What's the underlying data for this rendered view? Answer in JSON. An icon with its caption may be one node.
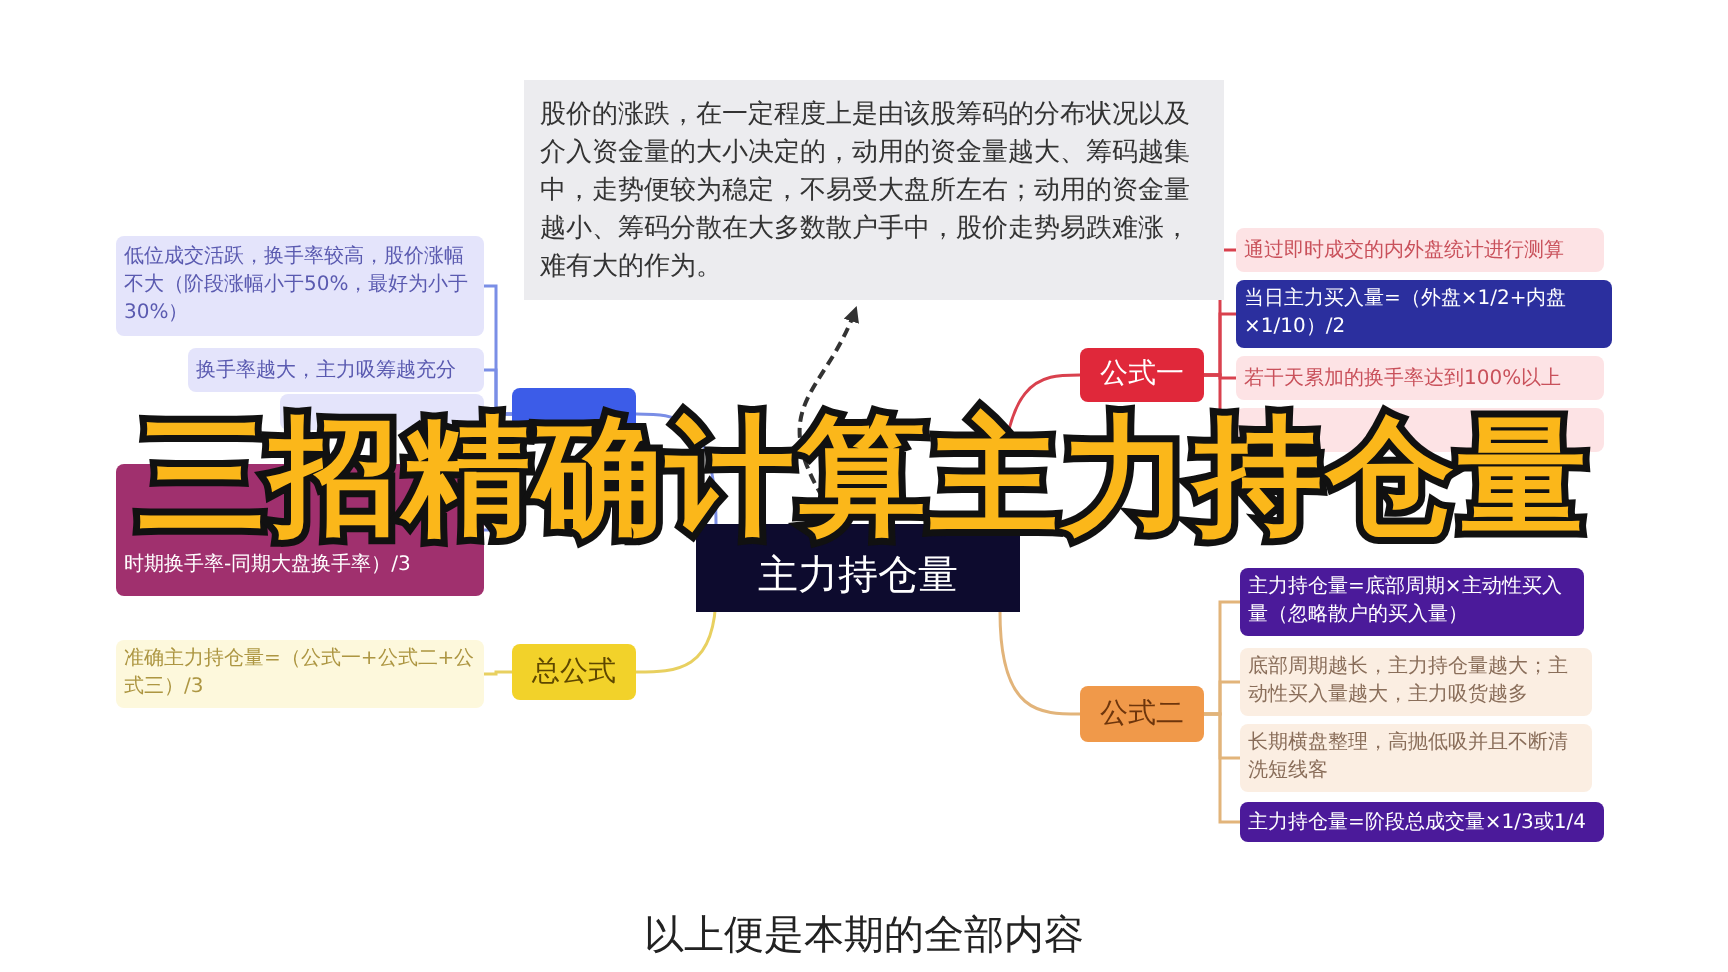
{
  "diagram": {
    "title": "三招精确计算主力持仓量",
    "caption": "以上便是本期的全部内容",
    "nodes": [
      {
        "text": [
          "主力持仓量"
        ]
      },
      {
        "text": [
          "股价的涨跌，在一定程度上是由该股筹码的分布状况以及介入资金量的大小决定的，动用的资金量越大、筹码越集中，走势便较为稳定，不易受大盘所左右；动用的资金量越小、筹码分散在大多数散户手中，股价走势易跌难涨，难有大的作为。"
        ]
      },
      {
        "text": [
          "公式一"
        ]
      },
      {
        "text": [
          "通过即时成交的内外盘统计进行测算"
        ]
      },
      {
        "text": [
          "当日主力买入量=（外盘×1/2+内盘×1/10）/2"
        ]
      },
      {
        "text": [
          "若干天累加的换手率达到100%以上"
        ]
      },
      {
        "text": [],
        "shape": "box"
      },
      {
        "text": [
          "公式二"
        ]
      },
      {
        "text": [
          "主力持仓量=底部周期×主动性买入量（忽略散户的买入量）"
        ]
      },
      {
        "text": [
          "底部周期越长，主力持仓量越大；主动性买入量越大，主力吸货越多"
        ]
      },
      {
        "text": [
          "长期横盘整理，高抛低吸并且不断清洗短线客"
        ]
      },
      {
        "text": [
          "主力持仓量=阶段总成交量×1/3或1/4"
        ]
      },
      {
        "text": [],
        "shape": "box"
      },
      {
        "text": [
          "低位成交活跃，换手率较高，股价涨幅不大（阶段涨幅小于50%，最好为小于30%）"
        ]
      },
      {
        "text": [
          "换手率越大，主力吸筹越充分"
        ]
      },
      {
        "text": [],
        "shape": "box"
      },
      {
        "text": [
          "时期换手率-同期大盘换手率）/3"
        ]
      },
      {
        "text": [
          "总公式"
        ]
      },
      {
        "text": [
          "准确主力持仓量=（公式一+公式二+公式三）/3"
        ]
      }
    ],
    "edges": [
      {
        "from": 0,
        "to": 1,
        "arrow": "to",
        "style": "dashed",
        "color": "#333333"
      },
      {
        "from": 0,
        "to": 2,
        "arrow": "none",
        "color": "#d9414e"
      },
      {
        "from": 2,
        "to": 3,
        "arrow": "none",
        "color": "#d9414e"
      },
      {
        "from": 2,
        "to": 4,
        "arrow": "none",
        "color": "#d9414e"
      },
      {
        "from": 2,
        "to": 5,
        "arrow": "none",
        "color": "#d9414e"
      },
      {
        "from": 2,
        "to": 15,
        "arrow": "none",
        "color": "#d9414e"
      },
      {
        "from": 0,
        "to": 7,
        "arrow": "none",
        "color": "#e2b47a"
      },
      {
        "from": 7,
        "to": 8,
        "arrow": "none",
        "color": "#e2b47a"
      },
      {
        "from": 7,
        "to": 9,
        "arrow": "none",
        "color": "#e2b47a"
      },
      {
        "from": 7,
        "to": 10,
        "arrow": "none",
        "color": "#e2b47a"
      },
      {
        "from": 7,
        "to": 11,
        "arrow": "none",
        "color": "#e2b47a"
      },
      {
        "from": 0,
        "to": 12,
        "arrow": "none",
        "color": "#7a8ee6"
      },
      {
        "from": 12,
        "to": 13,
        "arrow": "none",
        "color": "#7a8ee6"
      },
      {
        "from": 12,
        "to": 14,
        "arrow": "none",
        "color": "#7a8ee6"
      },
      {
        "from": 12,
        "to": 6,
        "arrow": "none",
        "color": "#7a8ee6"
      },
      {
        "from": 12,
        "to": 16,
        "arrow": "none",
        "color": "#7a8ee6"
      },
      {
        "from": 0,
        "to": 17,
        "arrow": "none",
        "color": "#e8d060"
      },
      {
        "from": 17,
        "to": 18,
        "arrow": "none",
        "color": "#e8d060"
      }
    ]
  }
}
